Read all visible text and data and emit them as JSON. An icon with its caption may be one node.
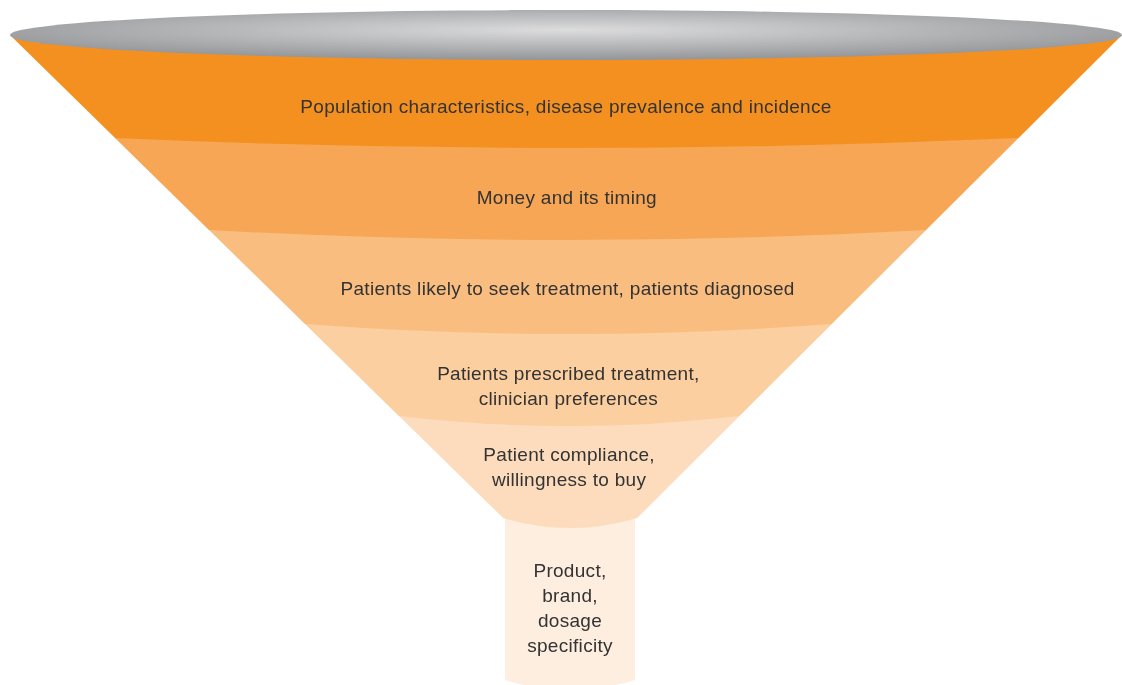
{
  "diagram": {
    "nodes": [
      {
        "text": [
          "Population characteristics, disease prevalence and incidence"
        ]
      },
      {
        "text": [
          "Money and its timing"
        ]
      },
      {
        "text": [
          "Patients likely to seek treatment, patients diagnosed"
        ]
      },
      {
        "text": [
          "Patients prescribed treatment, clinician preferences"
        ]
      },
      {
        "text": [
          "Patient compliance, willingness to buy"
        ]
      },
      {
        "text": [
          "Product, brand, dosage specificity"
        ]
      }
    ]
  }
}
